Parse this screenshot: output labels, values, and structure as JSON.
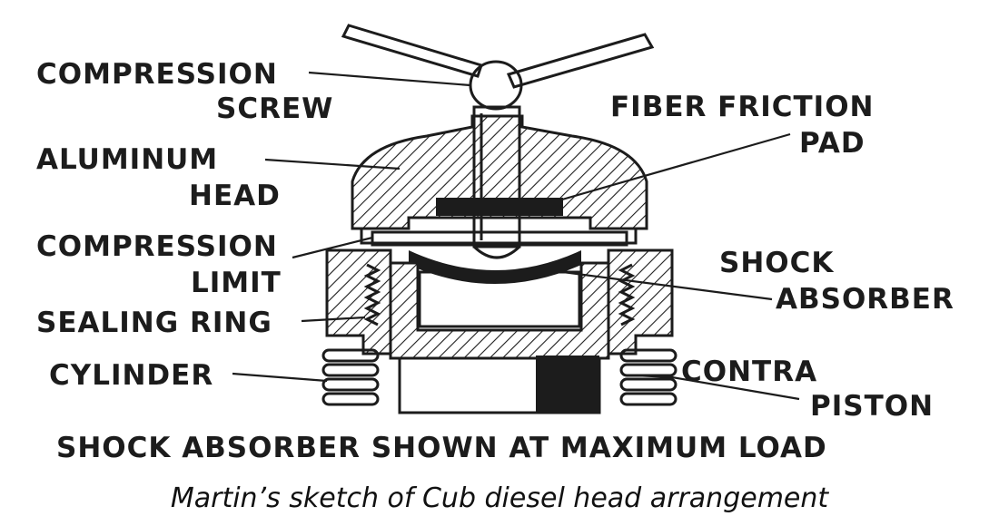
{
  "labels": {
    "compression_screw": [
      "COMPRESSION",
      "SCREW"
    ],
    "fiber_friction_pad": [
      "FIBER FRICTION",
      "PAD"
    ],
    "aluminum_head": [
      "ALUMINUM",
      "HEAD"
    ],
    "compression_limit": [
      "COMPRESSION",
      "LIMIT"
    ],
    "shock_absorber": [
      "SHOCK",
      "ABSORBER"
    ],
    "sealing_ring": "SEALING RING",
    "cylinder": "CYLINDER",
    "contra_piston": [
      "CONTRA",
      "PISTON"
    ]
  },
  "diagram_title": "SHOCK ABSORBER SHOWN AT MAXIMUM LOAD",
  "caption": "Martin’s sketch of Cub diesel head arrangement",
  "colors": {
    "ink": "#1c1c1c",
    "paper": "#ffffff"
  }
}
